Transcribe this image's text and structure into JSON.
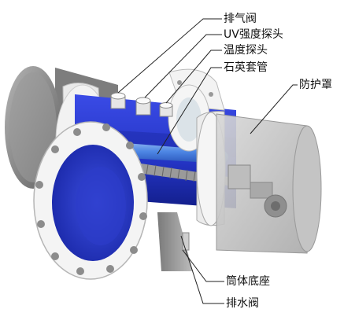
{
  "labels": {
    "air_vent_valve": "排气阀",
    "uv_intensity_probe": "UV强度探头",
    "temperature_probe": "温度探头",
    "quartz_sleeve": "石英套管",
    "protective_cover": "防护罩",
    "barrel_base": "筒体底座",
    "drain_valve": "排水阀"
  },
  "colors": {
    "chamber_blue": "#2f3fd0",
    "flange_white": "#f4f4f4",
    "cover_grey": "#8a8a8a",
    "leader_line": "#222222"
  }
}
